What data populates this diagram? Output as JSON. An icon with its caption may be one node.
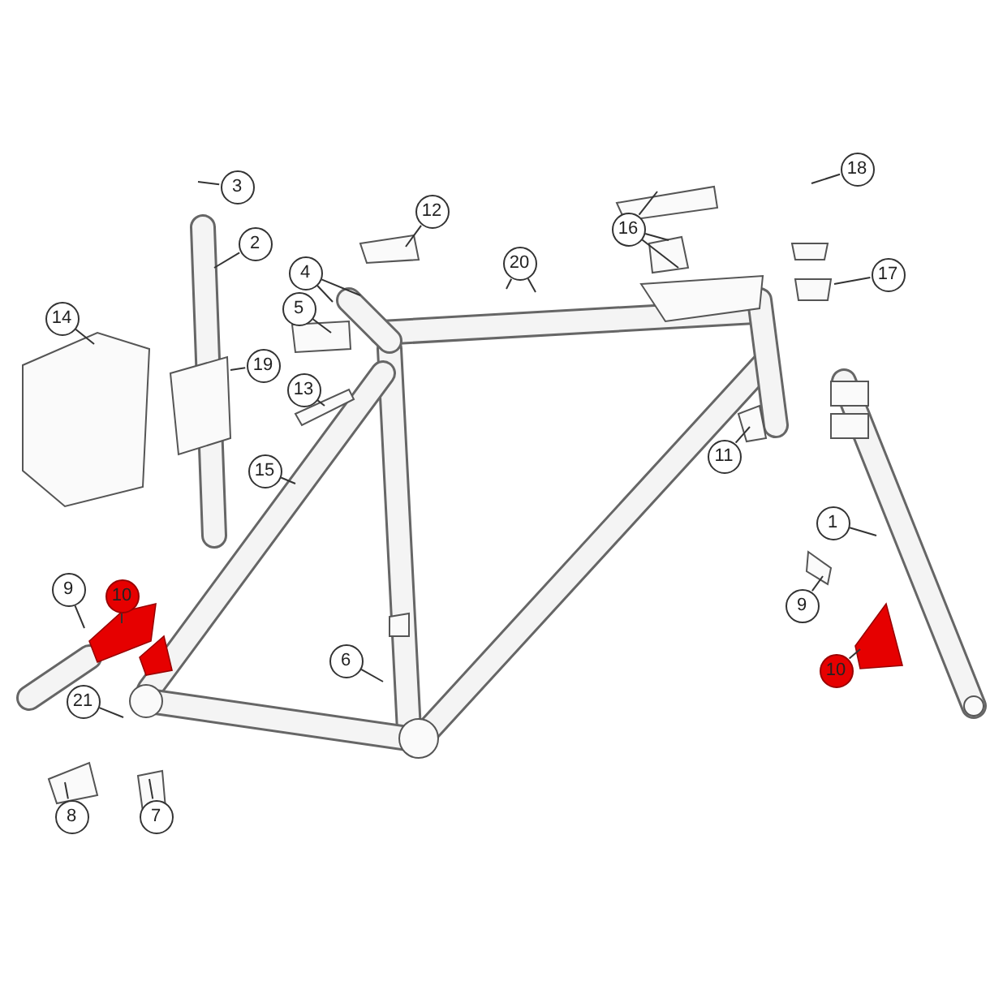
{
  "diagram": {
    "nodes": [
      {
        "text": [
          "1"
        ]
      },
      {
        "text": [
          "2"
        ]
      },
      {
        "text": [
          "3"
        ]
      },
      {
        "text": [
          "4"
        ]
      },
      {
        "text": [
          "5"
        ]
      },
      {
        "text": [
          "6"
        ]
      },
      {
        "text": [
          "7"
        ]
      },
      {
        "text": [
          "8"
        ]
      },
      {
        "text": [
          "9"
        ]
      },
      {
        "text": [
          "9"
        ]
      },
      {
        "text": [
          "10"
        ]
      },
      {
        "text": [
          "10"
        ]
      },
      {
        "text": [
          "11"
        ]
      },
      {
        "text": [
          "12"
        ]
      },
      {
        "text": [
          "13"
        ]
      },
      {
        "text": [
          "14"
        ]
      },
      {
        "text": [
          "15"
        ]
      },
      {
        "text": [
          "16"
        ]
      },
      {
        "text": [
          "17"
        ]
      },
      {
        "text": [
          "18"
        ]
      },
      {
        "text": [
          "19"
        ]
      },
      {
        "text": [
          "20"
        ]
      },
      {
        "text": [
          "21"
        ]
      }
    ],
    "edges": [
      {
        "from": 0,
        "to": null,
        "arrow": "none"
      },
      {
        "from": 1,
        "to": null,
        "arrow": "none"
      },
      {
        "from": 2,
        "to": null,
        "arrow": "none"
      },
      {
        "from": 3,
        "to": null,
        "arrow": "none"
      },
      {
        "from": 3,
        "to": null,
        "arrow": "none"
      },
      {
        "from": 4,
        "to": null,
        "arrow": "none"
      },
      {
        "from": 5,
        "to": null,
        "arrow": "none"
      },
      {
        "from": 6,
        "to": null,
        "arrow": "none"
      },
      {
        "from": 7,
        "to": null,
        "arrow": "none"
      },
      {
        "from": 8,
        "to": null,
        "arrow": "none"
      },
      {
        "from": 9,
        "to": null,
        "arrow": "none"
      },
      {
        "from": 10,
        "to": null,
        "arrow": "none"
      },
      {
        "from": 11,
        "to": null,
        "arrow": "none"
      },
      {
        "from": 12,
        "to": null,
        "arrow": "none"
      },
      {
        "from": 13,
        "to": null,
        "arrow": "none"
      },
      {
        "from": 14,
        "to": null,
        "arrow": "none"
      },
      {
        "from": 15,
        "to": null,
        "arrow": "none"
      },
      {
        "from": 16,
        "to": null,
        "arrow": "none"
      },
      {
        "from": 17,
        "to": null,
        "arrow": "none"
      },
      {
        "from": 17,
        "to": null,
        "arrow": "none"
      },
      {
        "from": 17,
        "to": null,
        "arrow": "none"
      },
      {
        "from": 18,
        "to": null,
        "arrow": "none"
      },
      {
        "from": 19,
        "to": null,
        "arrow": "none"
      },
      {
        "from": 20,
        "to": null,
        "arrow": "none"
      },
      {
        "from": 21,
        "to": null,
        "arrow": "none"
      },
      {
        "from": 21,
        "to": null,
        "arrow": "none"
      },
      {
        "from": 22,
        "to": null,
        "arrow": "none"
      }
    ]
  }
}
